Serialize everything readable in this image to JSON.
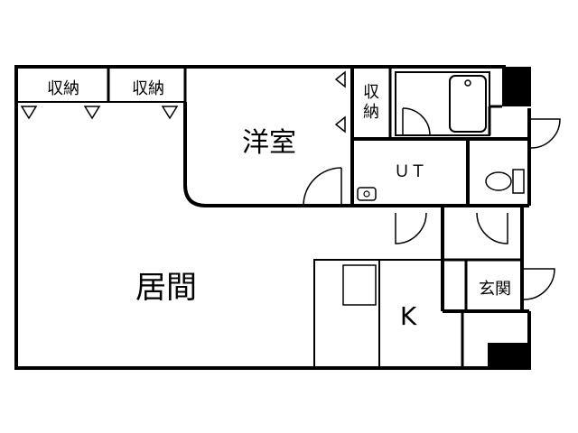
{
  "rooms": {
    "storage_1": "収納",
    "storage_2": "収納",
    "storage_3": "収",
    "storage_3b": "納",
    "western_room": "洋室",
    "unit_toilet": "ＵＴ",
    "living": "居間",
    "kitchen": "K",
    "entrance": "玄関"
  },
  "colors": {
    "wall": "#000000",
    "fixture": "#000000",
    "background": "#ffffff"
  }
}
